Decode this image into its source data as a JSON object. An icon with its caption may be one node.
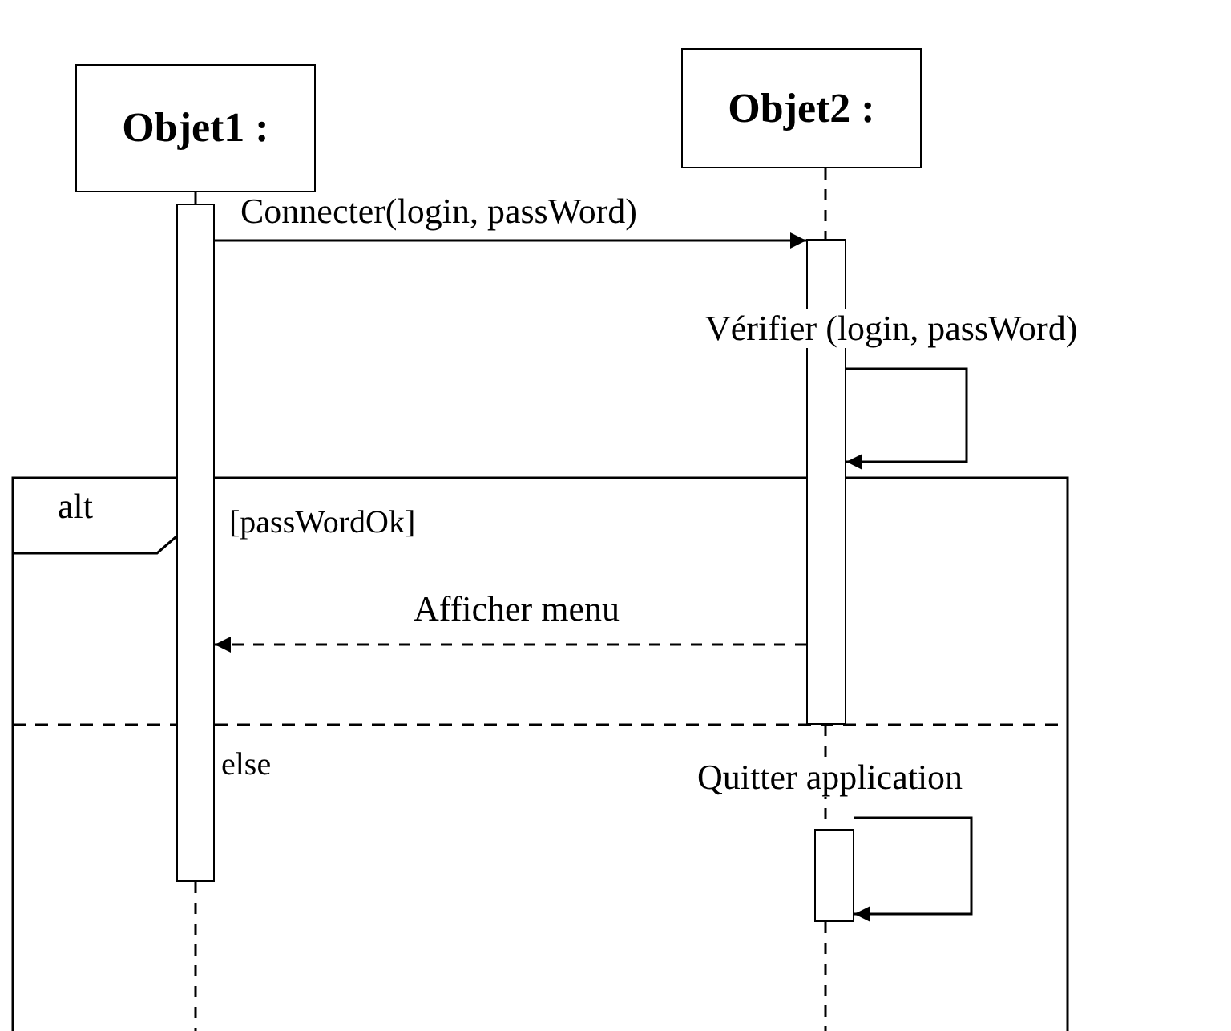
{
  "diagram": {
    "nodes": [
      {
        "text": [
          "Objet1 :"
        ]
      },
      {
        "text": [
          "Objet2 :"
        ]
      },
      {
        "text": [],
        "shape": "bar"
      },
      {
        "text": [],
        "shape": "bar"
      },
      {
        "text": [],
        "shape": "bar"
      }
    ],
    "edges": [
      {
        "from": 2,
        "to": 3,
        "arrow": "to",
        "label": "Connecter(login, passWord)"
      },
      {
        "from": 3,
        "to": 3,
        "arrow": "to",
        "label": "Vérifier (login, passWord)"
      },
      {
        "from": 3,
        "to": 2,
        "arrow": "to",
        "label": "Afficher menu",
        "style": "dashed"
      },
      {
        "from": 4,
        "to": 4,
        "arrow": "to",
        "label": "Quitter application"
      },
      {
        "from": 0,
        "to": 2,
        "arrow": "none",
        "style": "dashed"
      },
      {
        "from": 2,
        "to": null,
        "arrow": "none",
        "style": "dashed"
      },
      {
        "from": 1,
        "to": 3,
        "arrow": "none",
        "style": "dashed"
      },
      {
        "from": 3,
        "to": 4,
        "arrow": "none",
        "style": "dashed"
      },
      {
        "from": 4,
        "to": null,
        "arrow": "none",
        "style": "dashed"
      }
    ],
    "labels": [
      "alt",
      "[passWordOk]",
      "else"
    ]
  }
}
